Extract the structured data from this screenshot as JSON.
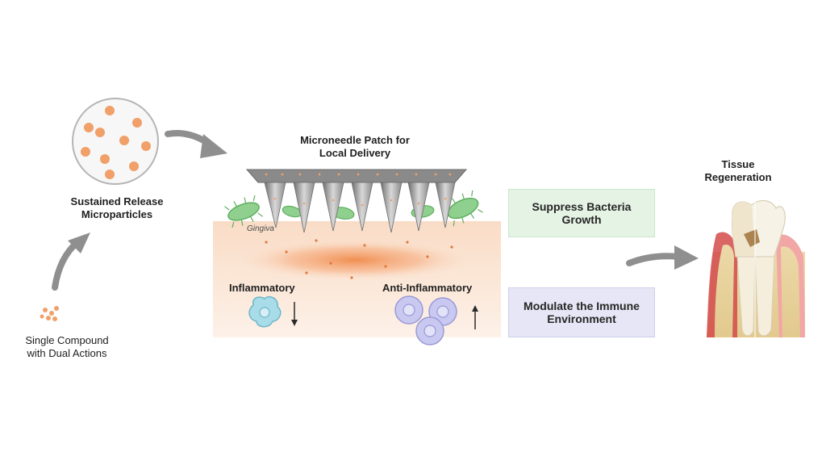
{
  "labels": {
    "single_compound": [
      "Single Compound",
      "with Dual Actions"
    ],
    "microparticles": [
      "Sustained Release",
      "Microparticles"
    ],
    "microneedle": [
      "Microneedle Patch for",
      "Local Delivery"
    ],
    "gingiva": "Gingiva",
    "inflammatory": "Inflammatory",
    "anti_inflammatory": "Anti-Inflammatory",
    "tissue_regeneration": [
      "Tissue",
      "Regeneration"
    ]
  },
  "effects": [
    {
      "lines": [
        "Suppress Bacteria",
        "Growth"
      ],
      "color": "#e4f3e4",
      "border": "#cbe6cb"
    },
    {
      "lines": [
        "Modulate the Immune",
        "Environment"
      ],
      "color": "#e6e6f6",
      "border": "#cfcfea"
    }
  ],
  "colors": {
    "particle": "#f0a068",
    "tissue": "#fbe4d2",
    "patch": "#8a8a8a",
    "bacteria": "#8fd08f",
    "inflammatory_cell": "#a8dce8",
    "anti_cell": "#c8c8f0",
    "arrow": "#8f8f8f"
  }
}
